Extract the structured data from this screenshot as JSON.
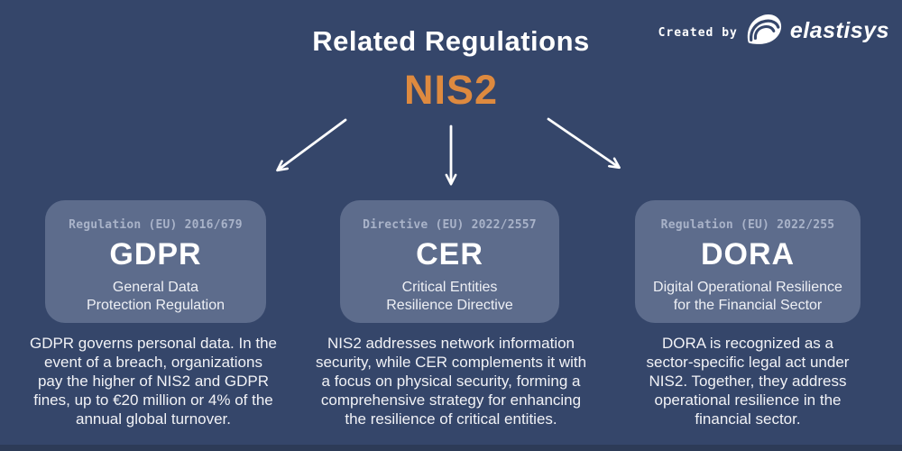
{
  "colors": {
    "background": "#35466A",
    "card_background": "#5D6C8C",
    "accent_orange": "#DE8A3F",
    "label_gray": "#A9B3C9",
    "text_light": "#F1F2F6",
    "bottom_strip": "#2D3B57"
  },
  "header": {
    "title": "Related Regulations",
    "subject": "NIS2",
    "credit_prefix": "Created by",
    "brand": "elastisys"
  },
  "icons": {
    "brand_logo": "elastisys-swirl-icon",
    "arrows": [
      "arrow-down-left-icon",
      "arrow-down-icon",
      "arrow-down-right-icon"
    ]
  },
  "cards": [
    {
      "label": "Regulation (EU) 2016/679",
      "acronym": "GDPR",
      "name": "General Data\nProtection Regulation",
      "description": "GDPR governs personal data. In the\nevent of a breach, organizations\npay the higher of NIS2 and GDPR\nfines, up to €20 million or 4% of the\nannual global turnover."
    },
    {
      "label": "Directive (EU) 2022/2557",
      "acronym": "CER",
      "name": "Critical Entities\nResilience Directive",
      "description": "NIS2 addresses network information\nsecurity, while CER complements it with\na focus on physical security, forming a\ncomprehensive strategy for enhancing\nthe resilience of critical entities."
    },
    {
      "label": "Regulation (EU) 2022/255",
      "acronym": "DORA",
      "name": "Digital Operational Resilience\nfor the Financial Sector",
      "description": "DORA is recognized as a\nsector-specific legal act under\nNIS2. Together, they address\noperational resilience in the\nfinancial sector."
    }
  ]
}
